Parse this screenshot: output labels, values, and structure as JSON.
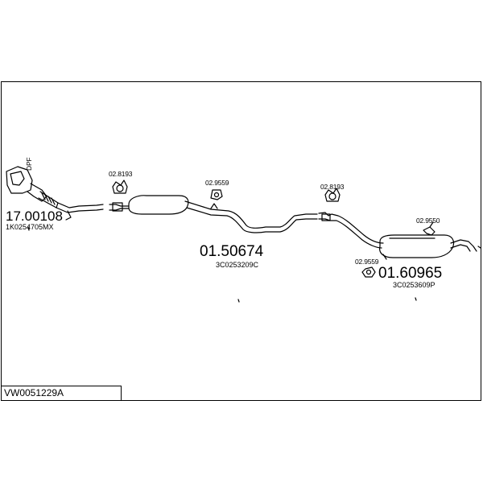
{
  "diagram_ref": "VW0051229A",
  "parts": [
    {
      "number": "17.00108",
      "oem": "1K0254705MX",
      "tag": "DPF"
    },
    {
      "number": "01.50674",
      "oem": "3C0253209C"
    },
    {
      "number": "01.60965",
      "oem": "3C0253609P"
    }
  ],
  "accessories": [
    {
      "code": "02.8193"
    },
    {
      "code": "02.9559"
    },
    {
      "code": "02.8193"
    },
    {
      "code": "02.9550"
    },
    {
      "code": "02.9559"
    }
  ]
}
